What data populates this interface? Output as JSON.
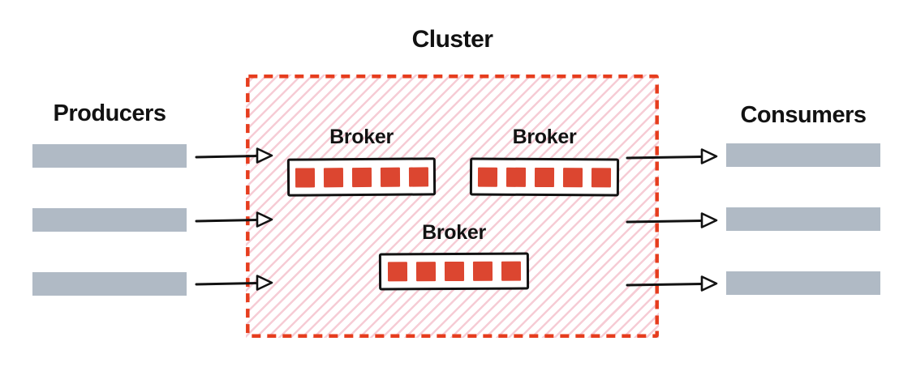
{
  "cluster": {
    "label": "Cluster",
    "brokers": [
      {
        "label": "Broker",
        "partition_count": 5
      },
      {
        "label": "Broker",
        "partition_count": 5
      },
      {
        "label": "Broker",
        "partition_count": 5
      }
    ]
  },
  "producers": {
    "label": "Producers",
    "instance_count": 3
  },
  "consumers": {
    "label": "Consumers",
    "instance_count": 3
  },
  "flows": {
    "producer_to_cluster_arrows": 3,
    "cluster_to_consumer_arrows": 3
  },
  "colors": {
    "partition_red": "#dc4630",
    "cluster_border_red": "#e63d1e",
    "hatch_pink": "#f6ccd5",
    "bar_gray": "#b0bac5",
    "ink_black": "#121212"
  }
}
